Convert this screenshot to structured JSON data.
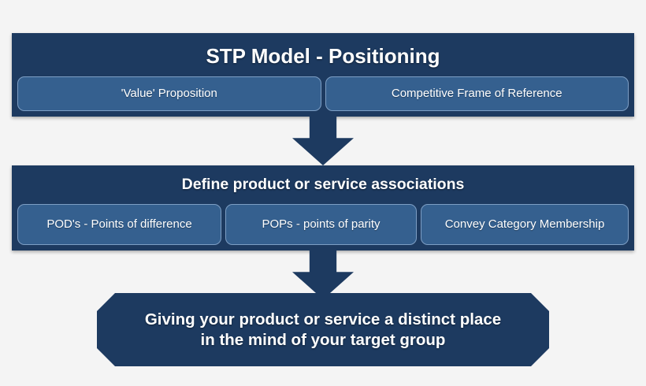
{
  "diagram": {
    "name": "STP Model - Positioning framework",
    "colors": {
      "background": "#f4f4f4",
      "block_navy": "#1d3a60",
      "subbox_blue": "#35608f",
      "subbox_border": "#7d9ec4",
      "text": "#ffffff"
    },
    "levels": [
      {
        "id": "positioning",
        "title": "STP Model - Positioning",
        "subboxes": [
          {
            "label": "'Value' Proposition"
          },
          {
            "label": "Competitive Frame of Reference"
          }
        ]
      },
      {
        "id": "associations",
        "title": "Define product or service associations",
        "subboxes": [
          {
            "label": "POD's - Points of difference"
          },
          {
            "label": "POPs - points of parity"
          },
          {
            "label": "Convey Category Membership"
          }
        ]
      }
    ],
    "connectors": [
      {
        "id": "arrow-top",
        "icon": "down-arrow-icon"
      },
      {
        "id": "arrow-bottom",
        "icon": "down-arrow-icon"
      }
    ],
    "conclusion": {
      "line1": "Giving your product or service a distinct place",
      "line2": "in the mind of your target group"
    }
  }
}
